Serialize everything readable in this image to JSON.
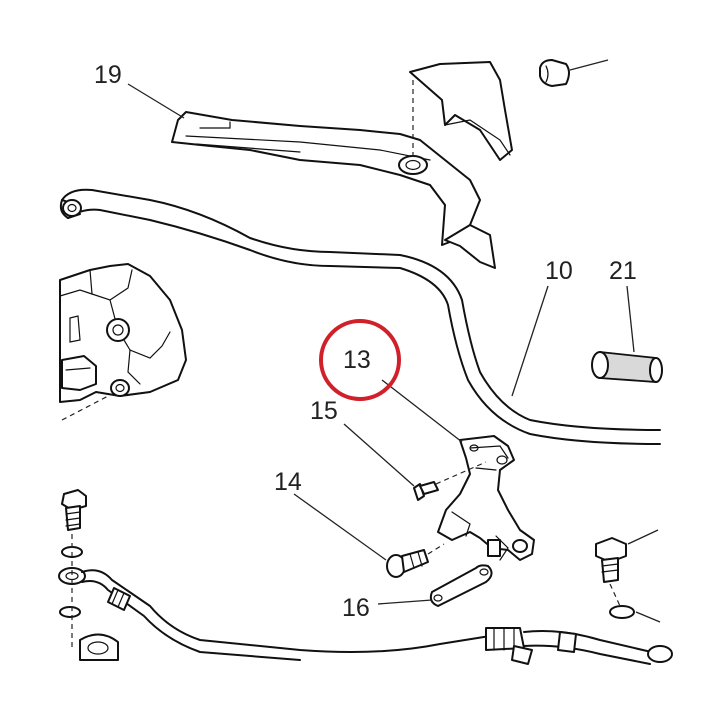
{
  "callouts": {
    "c19": "19",
    "c10": "10",
    "c21": "21",
    "c13": "13",
    "c15": "15",
    "c14": "14",
    "c16": "16"
  },
  "highlight": {
    "target": "13",
    "color": "#d0202a"
  }
}
